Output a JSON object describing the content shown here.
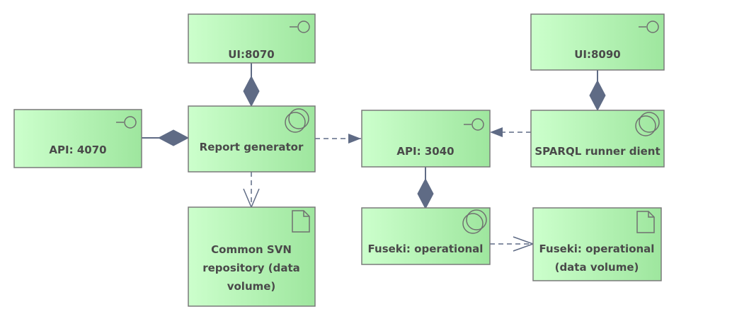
{
  "colors": {
    "box_fill_light": "#c6ffc6",
    "box_fill_dark": "#9ee89e",
    "box_border": "#7a7a7a",
    "connector": "#5f6b85",
    "label_text": "#4a4a4a",
    "icon_stroke": "#707070"
  },
  "nodes": {
    "ui_8070": {
      "label": "UI:8070",
      "icon": "interface-icon"
    },
    "api_4070": {
      "label": "API: 4070",
      "icon": "interface-icon"
    },
    "report_generator": {
      "label": "Report generator",
      "icon": "component-icon"
    },
    "common_svn": {
      "label_lines": [
        "Common SVN",
        "repository (data",
        "volume)"
      ],
      "icon": "artifact-icon"
    },
    "api_3040": {
      "label": "API: 3040",
      "icon": "interface-icon"
    },
    "ui_8090": {
      "label": "UI:8090",
      "icon": "interface-icon"
    },
    "sparql_client": {
      "label": "SPARQL runner dient",
      "icon": "component-icon"
    },
    "fuseki_operational": {
      "label": "Fuseki: operational",
      "icon": "component-icon"
    },
    "fuseki_volume": {
      "label_lines": [
        "Fuseki: operational",
        "(data volume)"
      ],
      "icon": "artifact-icon"
    }
  },
  "connectors": [
    {
      "from": "UI:8070",
      "to": "Report generator",
      "type": "composition"
    },
    {
      "from": "API: 4070",
      "to": "Report generator",
      "type": "composition"
    },
    {
      "from": "Report generator",
      "to": "API: 3040",
      "type": "dependency"
    },
    {
      "from": "Report generator",
      "to": "Common SVN repository (data volume)",
      "type": "dependency"
    },
    {
      "from": "UI:8090",
      "to": "SPARQL runner dient",
      "type": "composition"
    },
    {
      "from": "SPARQL runner dient",
      "to": "API: 3040",
      "type": "dependency"
    },
    {
      "from": "API: 3040",
      "to": "Fuseki: operational",
      "type": "composition"
    },
    {
      "from": "Fuseki: operational",
      "to": "Fuseki: operational (data volume)",
      "type": "dependency"
    }
  ]
}
